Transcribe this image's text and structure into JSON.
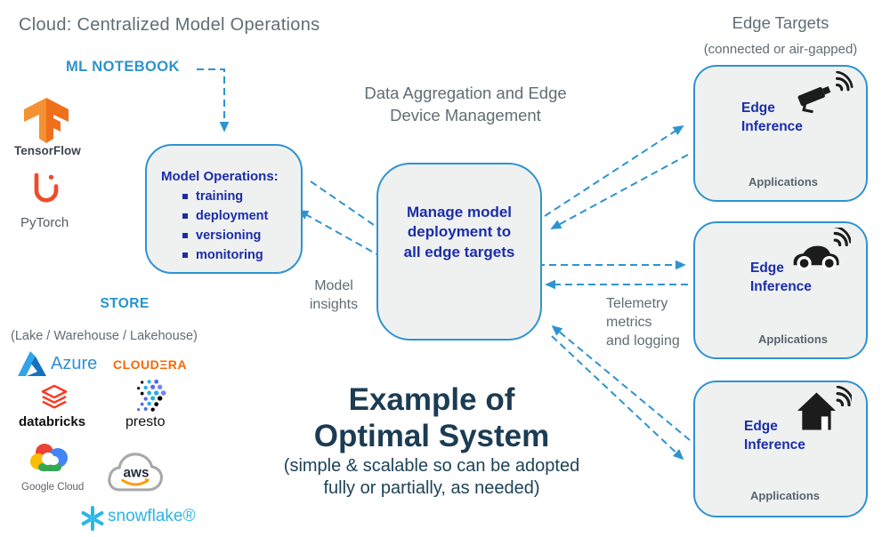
{
  "cloud": {
    "title": "Cloud: Centralized Model Operations",
    "ml_notebook": "ML NOTEBOOK",
    "tensorflow": "TensorFlow",
    "pytorch": "PyTorch",
    "model_ops": {
      "title": "Model Operations:",
      "items": [
        "training",
        "deployment",
        "versioning",
        "monitoring"
      ]
    },
    "store": {
      "label": "STORE",
      "subtitle": "(Lake / Warehouse / Lakehouse)",
      "azure": "Azure",
      "cloudera": "CLOUDΞRA",
      "databricks": "databricks",
      "presto": "presto",
      "google_cloud": "Google Cloud",
      "aws": "aws",
      "snowflake": "snowflake®"
    }
  },
  "center": {
    "heading_line1": "Data Aggregation and Edge",
    "heading_line2": "Device Management",
    "manage_line1": "Manage model",
    "manage_line2": "deployment to",
    "manage_line3": "all edge targets",
    "model_insights_line1": "Model",
    "model_insights_line2": "insights",
    "telemetry_line1": "Telemetry",
    "telemetry_line2": "metrics",
    "telemetry_line3": "and logging"
  },
  "edge": {
    "heading": "Edge Targets",
    "subheading": "(connected or air-gapped)",
    "box_title": "Edge Inference",
    "applications": "Applications",
    "boxes": [
      {
        "icon": "security-camera-icon"
      },
      {
        "icon": "connected-car-icon"
      },
      {
        "icon": "smart-home-icon"
      }
    ]
  },
  "footer": {
    "title_line1": "Example of",
    "title_line2": "Optimal System",
    "subtitle_line1": "(simple & scalable so can be adopted",
    "subtitle_line2": "fully or partially, as needed)"
  },
  "colors": {
    "accent_blue": "#2e93d1",
    "navy_text": "#1b2da8",
    "gray_text": "#5f6d75",
    "label_blue": "#2e93cc",
    "dark_title": "#1b3c53",
    "cloudera_orange": "#f96702",
    "snowflake_blue": "#29b5e8",
    "pytorch_orange": "#ee4c2c",
    "databricks_red": "#ff3621",
    "aws_smile_orange": "#ff9900"
  }
}
